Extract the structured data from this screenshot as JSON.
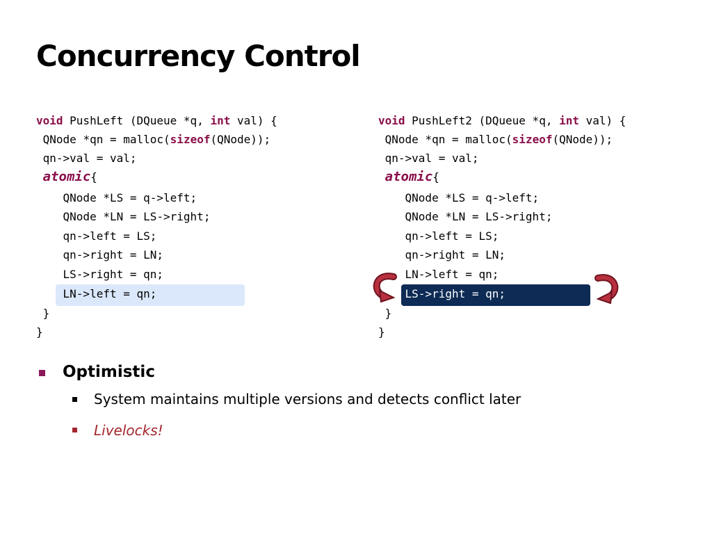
{
  "title": "Concurrency Control",
  "code_left": {
    "lines": [
      {
        "indent": "",
        "kw": "void",
        "rest": " PushLeft (DQueue *q, ",
        "kw2": "int",
        "rest2": " val) {"
      },
      {
        "indent": " ",
        "text": "QNode *qn = malloc(",
        "kw": "sizeof",
        "rest": "(QNode));"
      },
      {
        "indent": " ",
        "text": "qn->val = val;"
      },
      {
        "indent": " ",
        "kw": "atomic",
        "rest": "{"
      },
      {
        "indent": "    ",
        "text": "QNode *LS = q->left;"
      },
      {
        "indent": "    ",
        "text": "QNode *LN = LS->right;"
      },
      {
        "indent": "    ",
        "text": "qn->left = LS;"
      },
      {
        "indent": "    ",
        "text": "qn->right = LN;"
      },
      {
        "indent": "    ",
        "text": "LS->right = qn;"
      },
      {
        "indent": "    ",
        "text": "LN->left = qn;"
      },
      {
        "indent": " ",
        "text": "}"
      },
      {
        "indent": "",
        "text": "}"
      }
    ]
  },
  "code_right": {
    "lines": [
      {
        "indent": "",
        "kw": "void",
        "rest": " PushLeft2 (DQueue *q, ",
        "kw2": "int",
        "rest2": " val) {"
      },
      {
        "indent": " ",
        "text": "QNode *qn = malloc(",
        "kw": "sizeof",
        "rest": "(QNode));"
      },
      {
        "indent": " ",
        "text": "qn->val = val;"
      },
      {
        "indent": " ",
        "kw": "atomic",
        "rest": "{"
      },
      {
        "indent": "    ",
        "text": "QNode *LS = q->left;"
      },
      {
        "indent": "    ",
        "text": "QNode *LN = LS->right;"
      },
      {
        "indent": "    ",
        "text": "qn->left = LS;"
      },
      {
        "indent": "    ",
        "text": "qn->right = LN;"
      },
      {
        "indent": "    ",
        "text": "LN->left = qn;"
      },
      {
        "indent": "    ",
        "text": "LS->right = qn;"
      },
      {
        "indent": " ",
        "text": "}"
      },
      {
        "indent": "",
        "text": "}"
      }
    ]
  },
  "bullets": {
    "level1": "Optimistic",
    "level2_a": "System maintains multiple versions and detects conflict later",
    "level2_b": "Livelocks!"
  },
  "colors": {
    "keyword": "#8a0f4a",
    "highlight_light": "#dbe8fb",
    "highlight_dark": "#0d2b55",
    "arrow": "#a31f34",
    "bullet_marker": "#8a1a5c",
    "livelock_text": "#a3262e"
  },
  "icons": {
    "left_arrow": "curved-swap-arrow-icon",
    "right_arrow": "curved-swap-arrow-icon"
  }
}
